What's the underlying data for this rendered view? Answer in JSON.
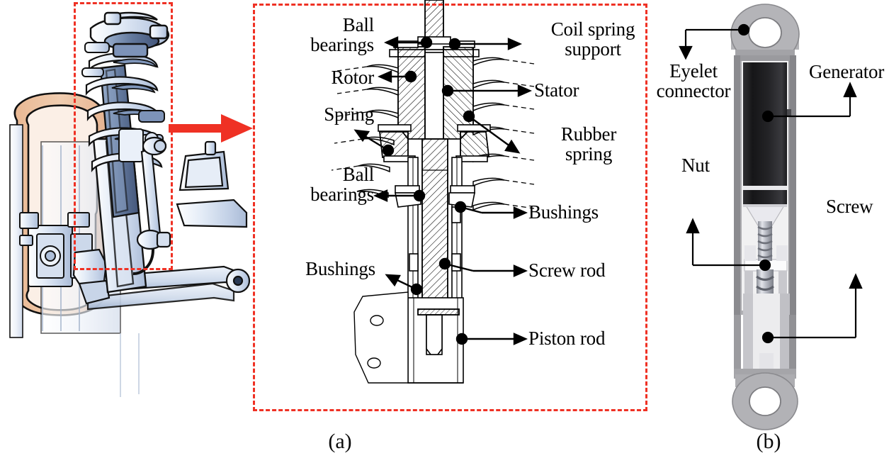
{
  "figure": {
    "type": "technical-cutaway-diagram",
    "subject": "Regenerative electromagnetic shock absorber / suspension strut",
    "captions": {
      "panel_a": "(a)",
      "panel_b": "(b)"
    },
    "accent_color": "#ef3124",
    "label_color": "#000000",
    "background": "#ffffff"
  },
  "panel_suspension": {
    "name": "vehicle suspension assembly illustration",
    "crop_highlight": "red-dashed-rectangle",
    "colors": {
      "tire_outer": "#edc2a0",
      "tire_inner": "#fbeee5",
      "metal_light": "#e8eef7",
      "metal_mid": "#c3d0e4",
      "metal_dark": "#8fa4c4",
      "strut_blue": "#5b7197",
      "outline": "#111111"
    }
  },
  "panel_detail": {
    "name": "cutaway section of electromagnetic strut",
    "labels": {
      "ball_bearings_top": "Ball\nbearings",
      "rotor": "Rotor",
      "spring": "Spring",
      "ball_bearings_mid": "Ball\nbearings",
      "bushings_left": "Bushings",
      "coil_spring_support": "Coil spring\nsupport",
      "stator": "Stator",
      "rubber_spring": "Rubber\nspring",
      "bushings_right": "Bushings",
      "screw_rod": "Screw rod",
      "piston_rod": "Piston rod"
    }
  },
  "panel_damper": {
    "name": "regenerative damper cutaway photograph",
    "labels": {
      "eyelet_connector": "Eyelet\nconnector",
      "generator": "Generator",
      "nut": "Nut",
      "screw": "Screw"
    },
    "colors": {
      "body_grey": "#a9a9ac",
      "body_light": "#c9c9cc",
      "body_shadow": "#6e6e72",
      "generator_black": "#1b1b1d",
      "screw_silver": "#b9bcc4",
      "interior_white": "#f3f3f4"
    }
  }
}
